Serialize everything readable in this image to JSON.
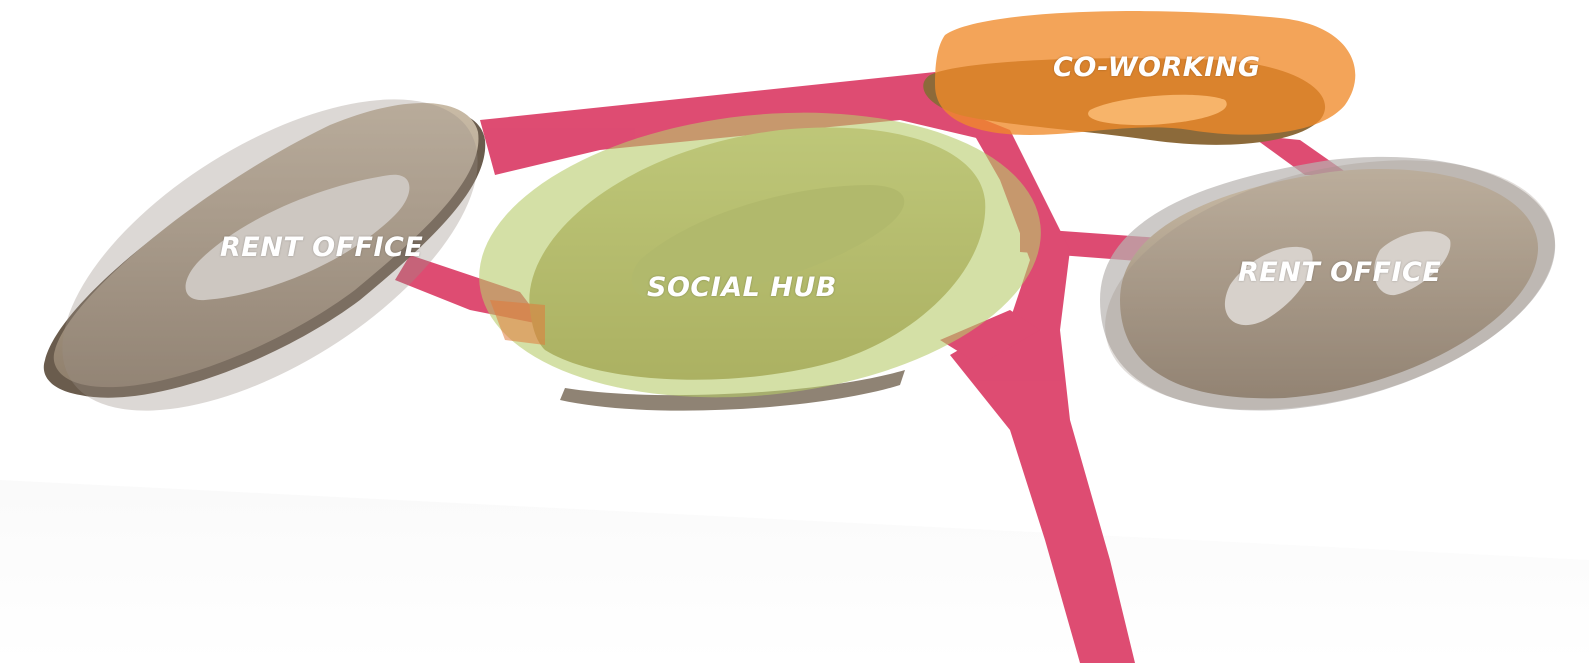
{
  "zones": {
    "rent_office_left": {
      "label": "RENT OFFICE",
      "color": "#9a8f86"
    },
    "social_hub": {
      "label": "SOCIAL HUB",
      "color": "#b8cc6a"
    },
    "co_working": {
      "label": "CO-WORKING",
      "color": "#f08a2a"
    },
    "rent_office_right": {
      "label": "RENT OFFICE",
      "color": "#9a8f86"
    }
  },
  "circulation": {
    "color": "#d9335f"
  }
}
